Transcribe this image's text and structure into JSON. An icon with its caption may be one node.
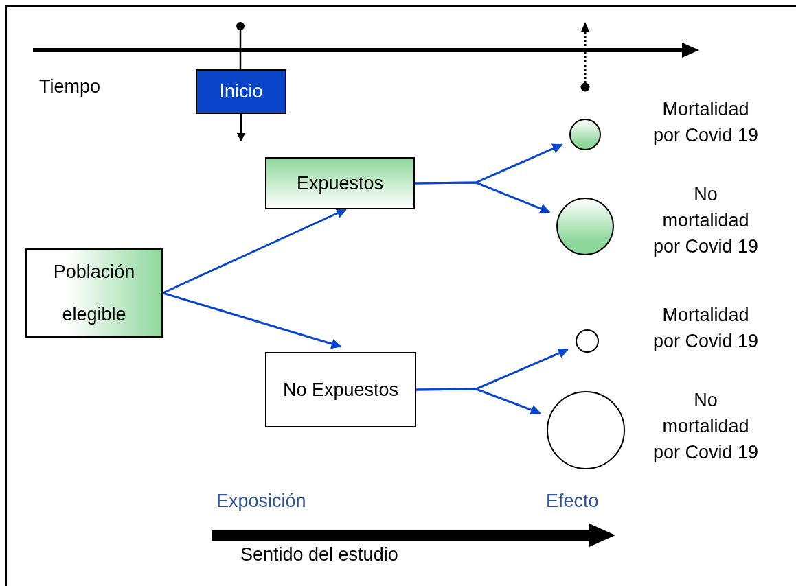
{
  "diagram": {
    "nodes": [
      {
        "text": [
          "Población elegible"
        ]
      },
      {
        "text": [
          "Expuestos"
        ]
      },
      {
        "text": [
          "No Expuestos"
        ]
      },
      {
        "text": [],
        "shape": "circle",
        "beside": [
          "Mortalidad por Covid 19"
        ]
      },
      {
        "text": [],
        "shape": "circle",
        "beside": [
          "No mortalidad por Covid 19"
        ]
      },
      {
        "text": [],
        "shape": "circle",
        "beside": [
          "Mortalidad por Covid 19"
        ]
      },
      {
        "text": [],
        "shape": "circle",
        "beside": [
          "No mortalidad por Covid 19"
        ]
      },
      {
        "text": [
          "Inicio"
        ]
      }
    ],
    "edges": [
      {
        "from": 0,
        "to": 1,
        "arrow": "to"
      },
      {
        "from": 0,
        "to": 2,
        "arrow": "to"
      },
      {
        "from": 1,
        "to": 3,
        "arrow": "to"
      },
      {
        "from": 1,
        "to": 4,
        "arrow": "to"
      },
      {
        "from": 2,
        "to": 5,
        "arrow": "to"
      },
      {
        "from": 2,
        "to": 6,
        "arrow": "to"
      },
      {
        "from": 7,
        "to": null,
        "arrow": "to",
        "color": "#000000"
      }
    ],
    "labels": [
      "Tiempo",
      "Exposición",
      "Efecto",
      "Sentido del estudio"
    ]
  }
}
